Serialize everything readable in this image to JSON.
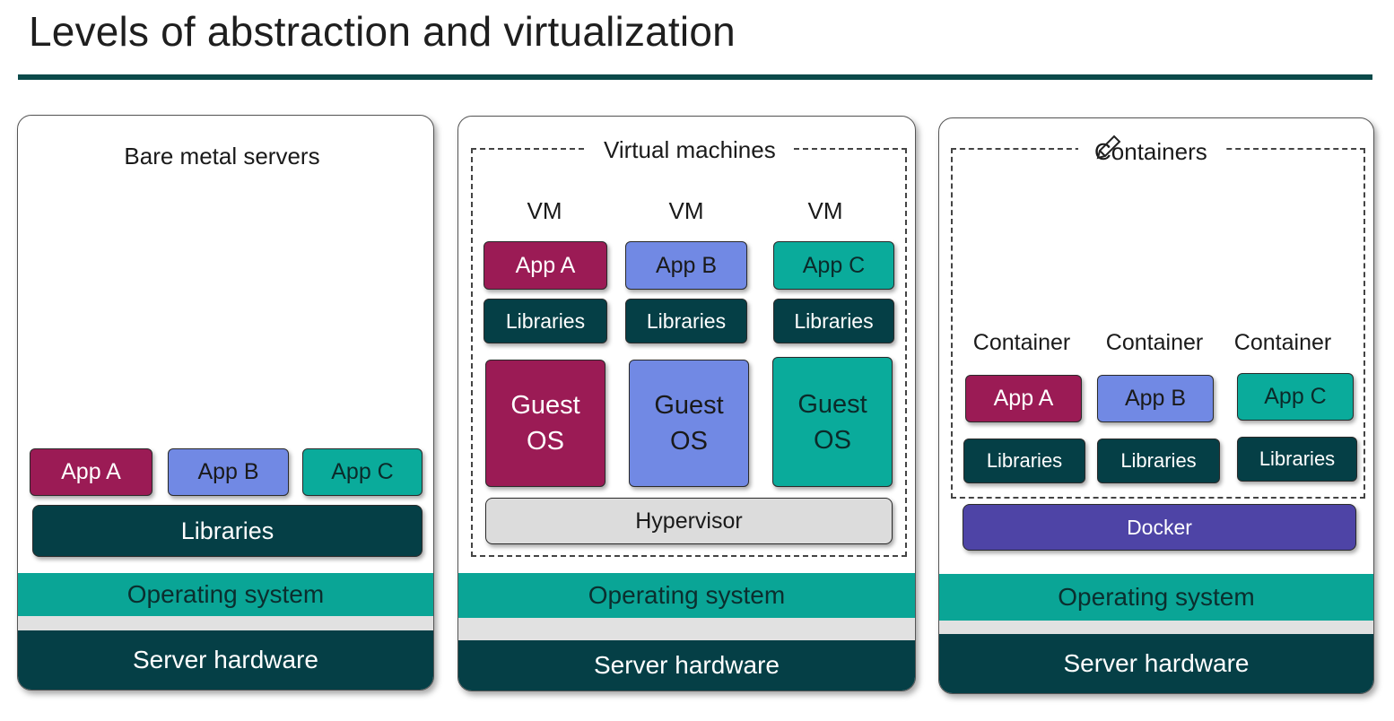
{
  "title": "Levels of abstraction and virtualization",
  "colors": {
    "app_a": "#9b1b55",
    "app_b": "#7189e4",
    "app_c": "#0aab9b",
    "libraries": "#053f46",
    "os": "#0aa596",
    "hardware": "#053f46",
    "docker": "#4e44a6",
    "hypervisor": "#dcdcdc",
    "rule": "#0b4a4a"
  },
  "bare_metal": {
    "heading": "Bare metal servers",
    "apps": [
      "App A",
      "App B",
      "App C"
    ],
    "libraries": "Libraries",
    "os": "Operating system",
    "hardware": "Server hardware"
  },
  "virtual_machines": {
    "heading": "Virtual machines",
    "vm_labels": [
      "VM",
      "VM",
      "VM"
    ],
    "apps": [
      "App A",
      "App B",
      "App C"
    ],
    "libraries": [
      "Libraries",
      "Libraries",
      "Libraries"
    ],
    "guest_os": [
      "Guest OS",
      "Guest OS",
      "Guest OS"
    ],
    "hypervisor": "Hypervisor",
    "os": "Operating system",
    "hardware": "Server hardware"
  },
  "containers": {
    "heading": "Containers",
    "container_labels": [
      "Container",
      "Container",
      "Container"
    ],
    "apps": [
      "App A",
      "App B",
      "App C"
    ],
    "libraries": [
      "Libraries",
      "Libraries",
      "Libraries"
    ],
    "docker": "Docker",
    "os": "Operating system",
    "hardware": "Server hardware"
  }
}
